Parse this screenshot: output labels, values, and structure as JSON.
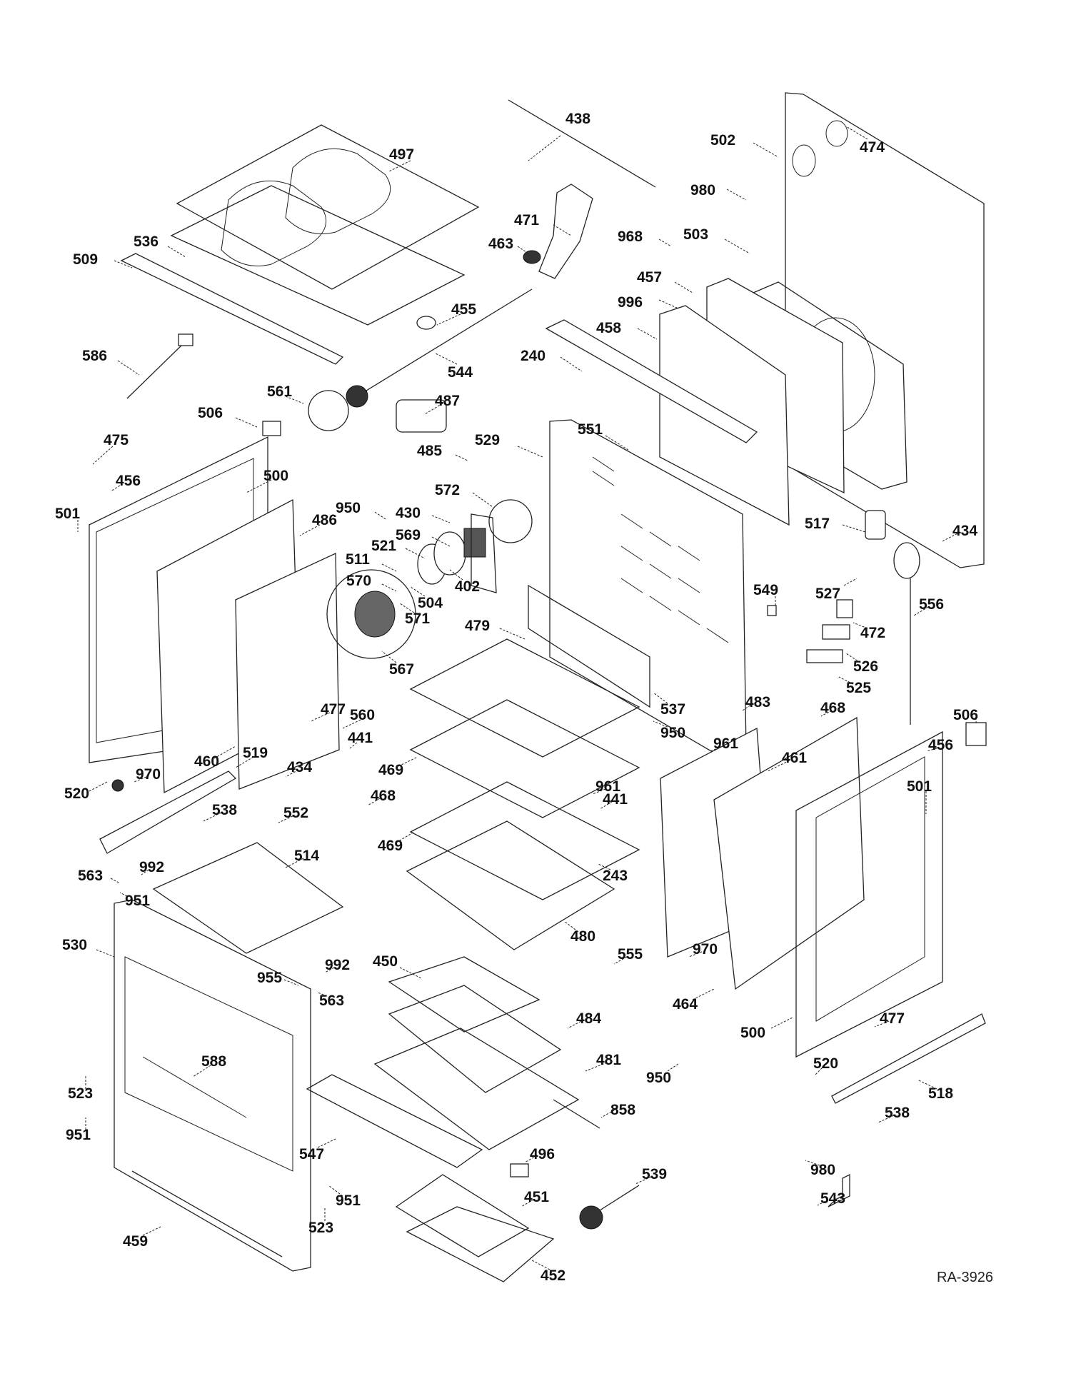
{
  "diagram": {
    "type": "exploded-parts-diagram",
    "subject": "oven range",
    "drawing_code": "RA-3926",
    "callouts": [
      {
        "id": "438"
      },
      {
        "id": "497"
      },
      {
        "id": "502"
      },
      {
        "id": "474"
      },
      {
        "id": "980"
      },
      {
        "id": "471"
      },
      {
        "id": "463"
      },
      {
        "id": "968"
      },
      {
        "id": "503"
      },
      {
        "id": "536"
      },
      {
        "id": "509"
      },
      {
        "id": "457"
      },
      {
        "id": "996"
      },
      {
        "id": "455"
      },
      {
        "id": "458"
      },
      {
        "id": "544"
      },
      {
        "id": "240"
      },
      {
        "id": "586"
      },
      {
        "id": "487"
      },
      {
        "id": "561"
      },
      {
        "id": "506"
      },
      {
        "id": "551"
      },
      {
        "id": "485"
      },
      {
        "id": "529"
      },
      {
        "id": "475"
      },
      {
        "id": "456"
      },
      {
        "id": "500"
      },
      {
        "id": "572"
      },
      {
        "id": "501"
      },
      {
        "id": "950"
      },
      {
        "id": "430"
      },
      {
        "id": "486"
      },
      {
        "id": "569"
      },
      {
        "id": "517"
      },
      {
        "id": "434"
      },
      {
        "id": "521"
      },
      {
        "id": "511"
      },
      {
        "id": "402"
      },
      {
        "id": "570"
      },
      {
        "id": "504"
      },
      {
        "id": "571"
      },
      {
        "id": "549"
      },
      {
        "id": "527"
      },
      {
        "id": "556"
      },
      {
        "id": "472"
      },
      {
        "id": "479"
      },
      {
        "id": "567"
      },
      {
        "id": "526"
      },
      {
        "id": "525"
      },
      {
        "id": "537"
      },
      {
        "id": "477"
      },
      {
        "id": "560"
      },
      {
        "id": "483"
      },
      {
        "id": "468"
      },
      {
        "id": "506b",
        "text": "506"
      },
      {
        "id": "950b",
        "text": "950"
      },
      {
        "id": "441"
      },
      {
        "id": "961"
      },
      {
        "id": "461"
      },
      {
        "id": "456b",
        "text": "456"
      },
      {
        "id": "460"
      },
      {
        "id": "519"
      },
      {
        "id": "469"
      },
      {
        "id": "970"
      },
      {
        "id": "434b",
        "text": "434"
      },
      {
        "id": "501b",
        "text": "501"
      },
      {
        "id": "520"
      },
      {
        "id": "961b",
        "text": "961"
      },
      {
        "id": "441b",
        "text": "441"
      },
      {
        "id": "468b",
        "text": "468"
      },
      {
        "id": "538"
      },
      {
        "id": "552"
      },
      {
        "id": "469b",
        "text": "469"
      },
      {
        "id": "514"
      },
      {
        "id": "243"
      },
      {
        "id": "992"
      },
      {
        "id": "563"
      },
      {
        "id": "951"
      },
      {
        "id": "480"
      },
      {
        "id": "530"
      },
      {
        "id": "555"
      },
      {
        "id": "970b",
        "text": "970"
      },
      {
        "id": "450"
      },
      {
        "id": "992b",
        "text": "992"
      },
      {
        "id": "955"
      },
      {
        "id": "563b",
        "text": "563"
      },
      {
        "id": "464"
      },
      {
        "id": "484"
      },
      {
        "id": "500b",
        "text": "500"
      },
      {
        "id": "477b",
        "text": "477"
      },
      {
        "id": "588"
      },
      {
        "id": "481"
      },
      {
        "id": "950c",
        "text": "950"
      },
      {
        "id": "520b",
        "text": "520"
      },
      {
        "id": "518"
      },
      {
        "id": "523"
      },
      {
        "id": "858"
      },
      {
        "id": "538b",
        "text": "538"
      },
      {
        "id": "951b",
        "text": "951"
      },
      {
        "id": "547"
      },
      {
        "id": "496"
      },
      {
        "id": "980b",
        "text": "980"
      },
      {
        "id": "539"
      },
      {
        "id": "951c",
        "text": "951"
      },
      {
        "id": "451"
      },
      {
        "id": "543"
      },
      {
        "id": "523b",
        "text": "523"
      },
      {
        "id": "459"
      },
      {
        "id": "452"
      }
    ]
  }
}
